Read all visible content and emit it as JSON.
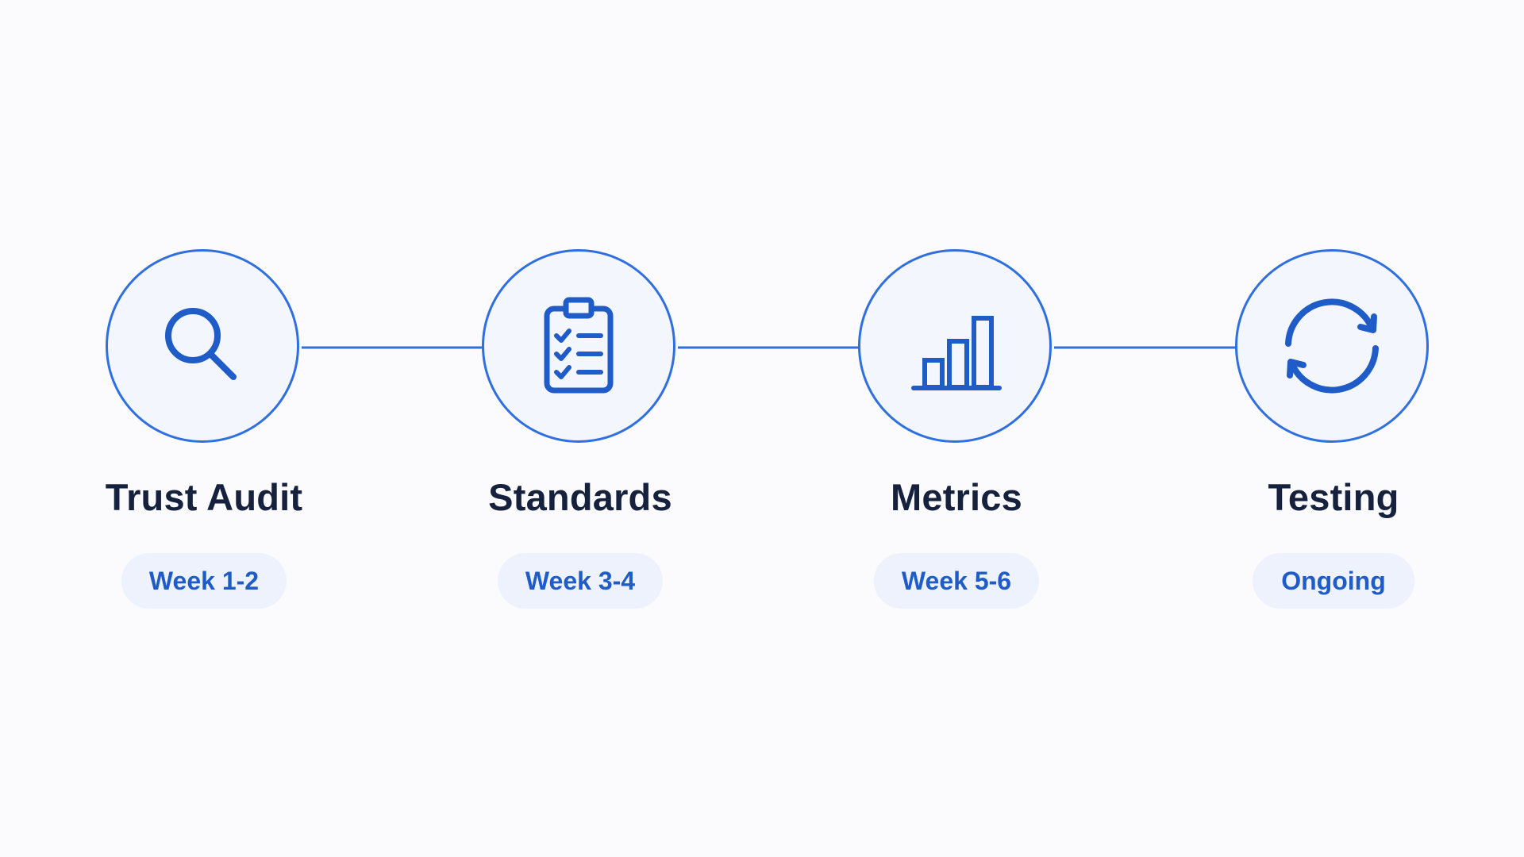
{
  "colors": {
    "background": "#fbfbfe",
    "accent": "#2f6fdf",
    "circle_fill": "#f3f6fd",
    "title_text": "#16213e",
    "badge_fill": "#edf2fc",
    "badge_text": "#1f5cc7"
  },
  "steps": [
    {
      "title": "Trust Audit",
      "badge": "Week 1-2",
      "icon": "search-icon"
    },
    {
      "title": "Standards",
      "badge": "Week 3-4",
      "icon": "clipboard-checklist-icon"
    },
    {
      "title": "Metrics",
      "badge": "Week 5-6",
      "icon": "bar-chart-icon"
    },
    {
      "title": "Testing",
      "badge": "Ongoing",
      "icon": "refresh-cycle-icon"
    }
  ]
}
